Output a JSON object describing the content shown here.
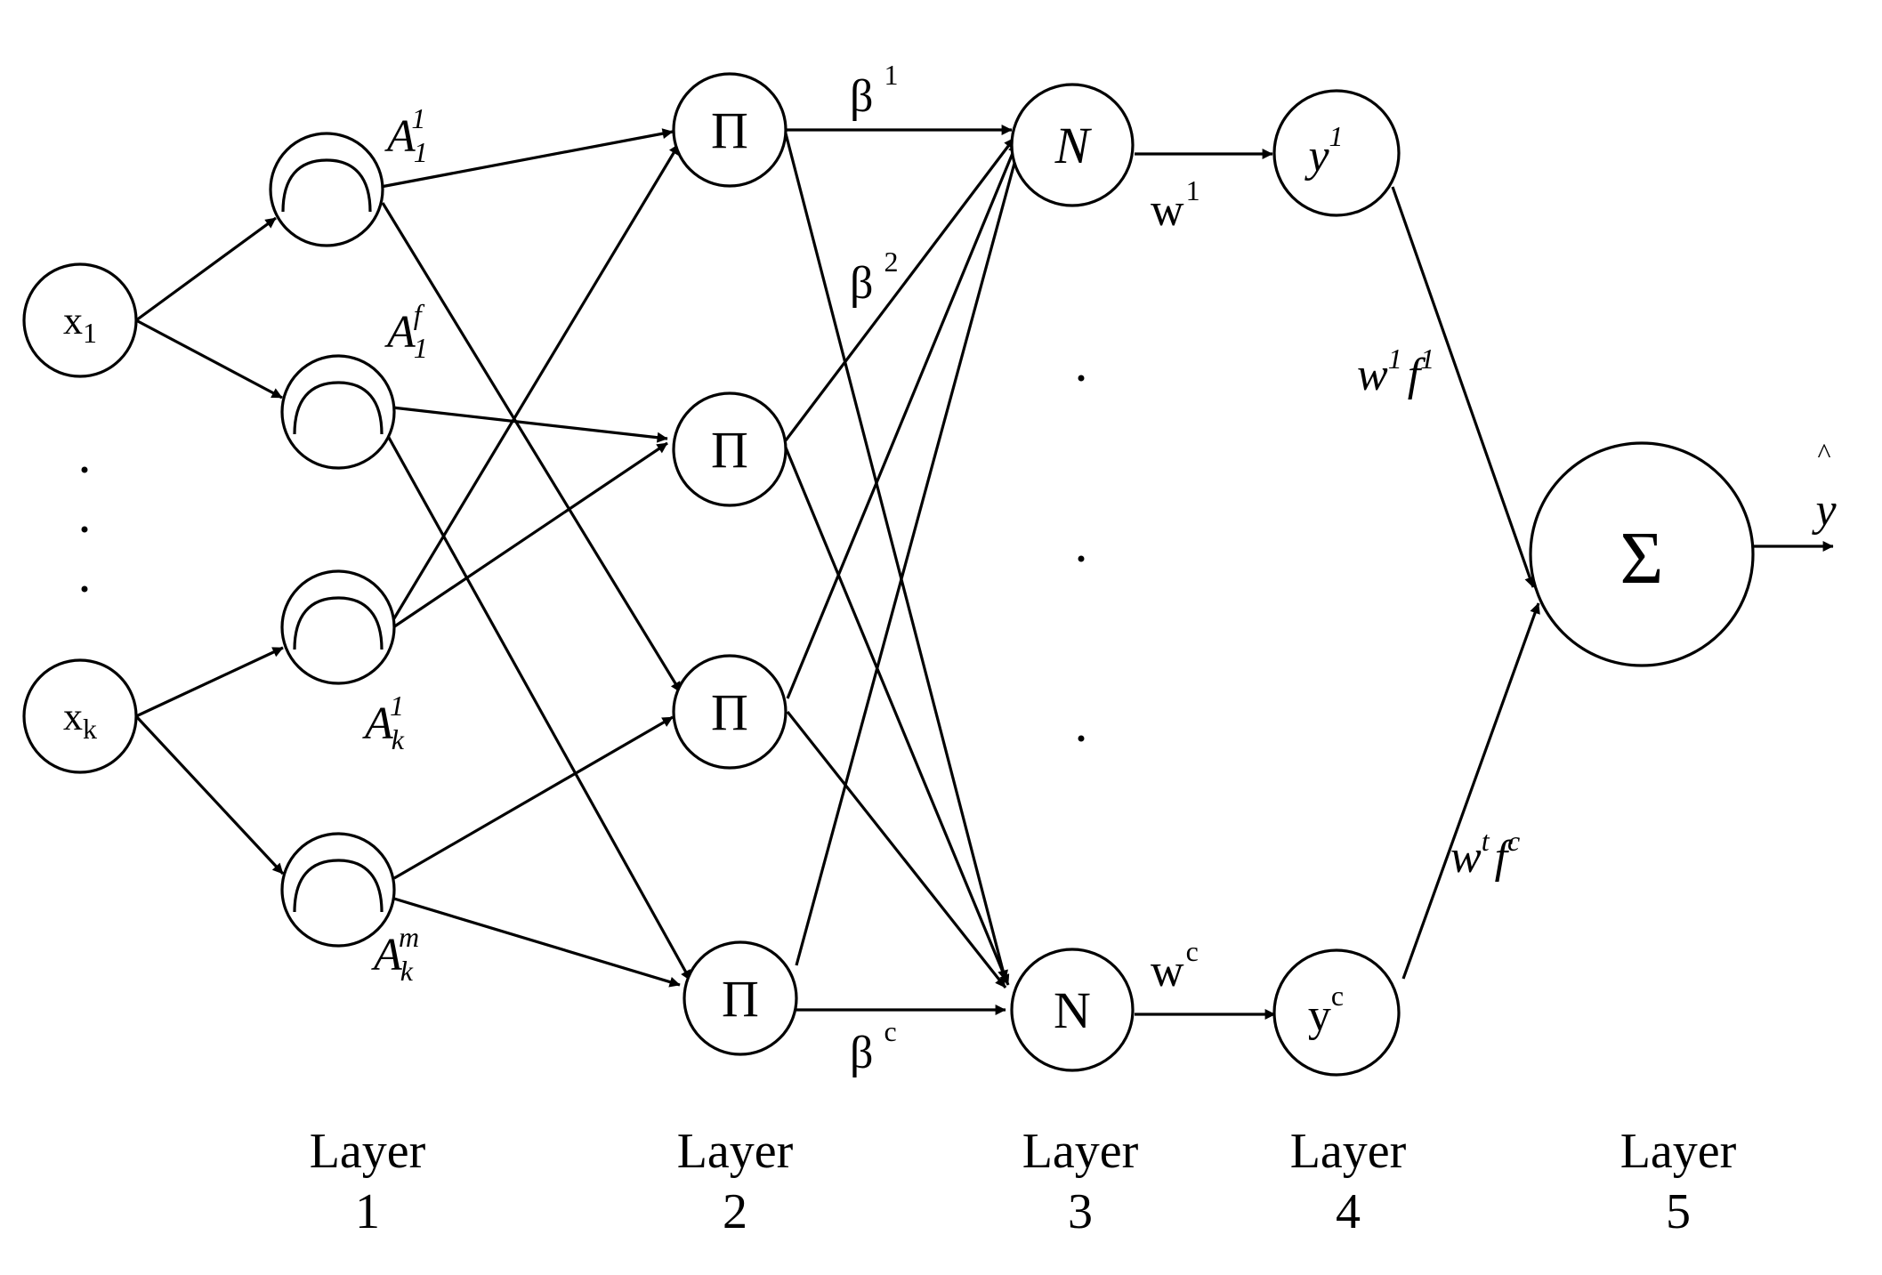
{
  "inputs": [
    {
      "id": "x1",
      "base": "x",
      "sub": "1"
    },
    {
      "id": "xk",
      "base": "x",
      "sub": "k"
    }
  ],
  "membership_labels": [
    {
      "id": "A11",
      "base": "A",
      "sub": "1",
      "sup": "1"
    },
    {
      "id": "A1f",
      "base": "A",
      "sub": "1",
      "sup": "f"
    },
    {
      "id": "Ak1",
      "base": "A",
      "sub": "k",
      "sup": "1"
    },
    {
      "id": "Akm",
      "base": "A",
      "sub": "k",
      "sup": "m"
    }
  ],
  "product_symbol": "Π",
  "norm_nodes": [
    {
      "id": "n1",
      "text": "N"
    },
    {
      "id": "nc",
      "text": "N"
    }
  ],
  "consequent_nodes": [
    {
      "id": "y1",
      "base": "y",
      "sup": "1"
    },
    {
      "id": "yc",
      "base": "y",
      "sup": "c"
    }
  ],
  "sum_symbol": "Σ",
  "beta_labels": [
    {
      "id": "b1",
      "base": "β",
      "sup": "1"
    },
    {
      "id": "b2",
      "base": "β",
      "sup": "2"
    },
    {
      "id": "bc",
      "base": "β",
      "sup": "c"
    }
  ],
  "weight_labels": [
    {
      "id": "w1",
      "base": "w",
      "sup": "1"
    },
    {
      "id": "wc",
      "base": "w",
      "sup": "c"
    }
  ],
  "rule_output_labels": [
    {
      "id": "w1f1",
      "w": "w",
      "wsup": "1",
      "f": "f",
      "fsup": "1"
    },
    {
      "id": "wtfc",
      "w": "w",
      "wsup": "t",
      "f": "f",
      "fsup": "c"
    }
  ],
  "output": {
    "base": "y",
    "hat": "^"
  },
  "layers": [
    {
      "word": "Layer",
      "num": "1"
    },
    {
      "word": "Layer",
      "num": "2"
    },
    {
      "word": "Layer",
      "num": "3"
    },
    {
      "word": "Layer",
      "num": "4"
    },
    {
      "word": "Layer",
      "num": "5"
    }
  ]
}
